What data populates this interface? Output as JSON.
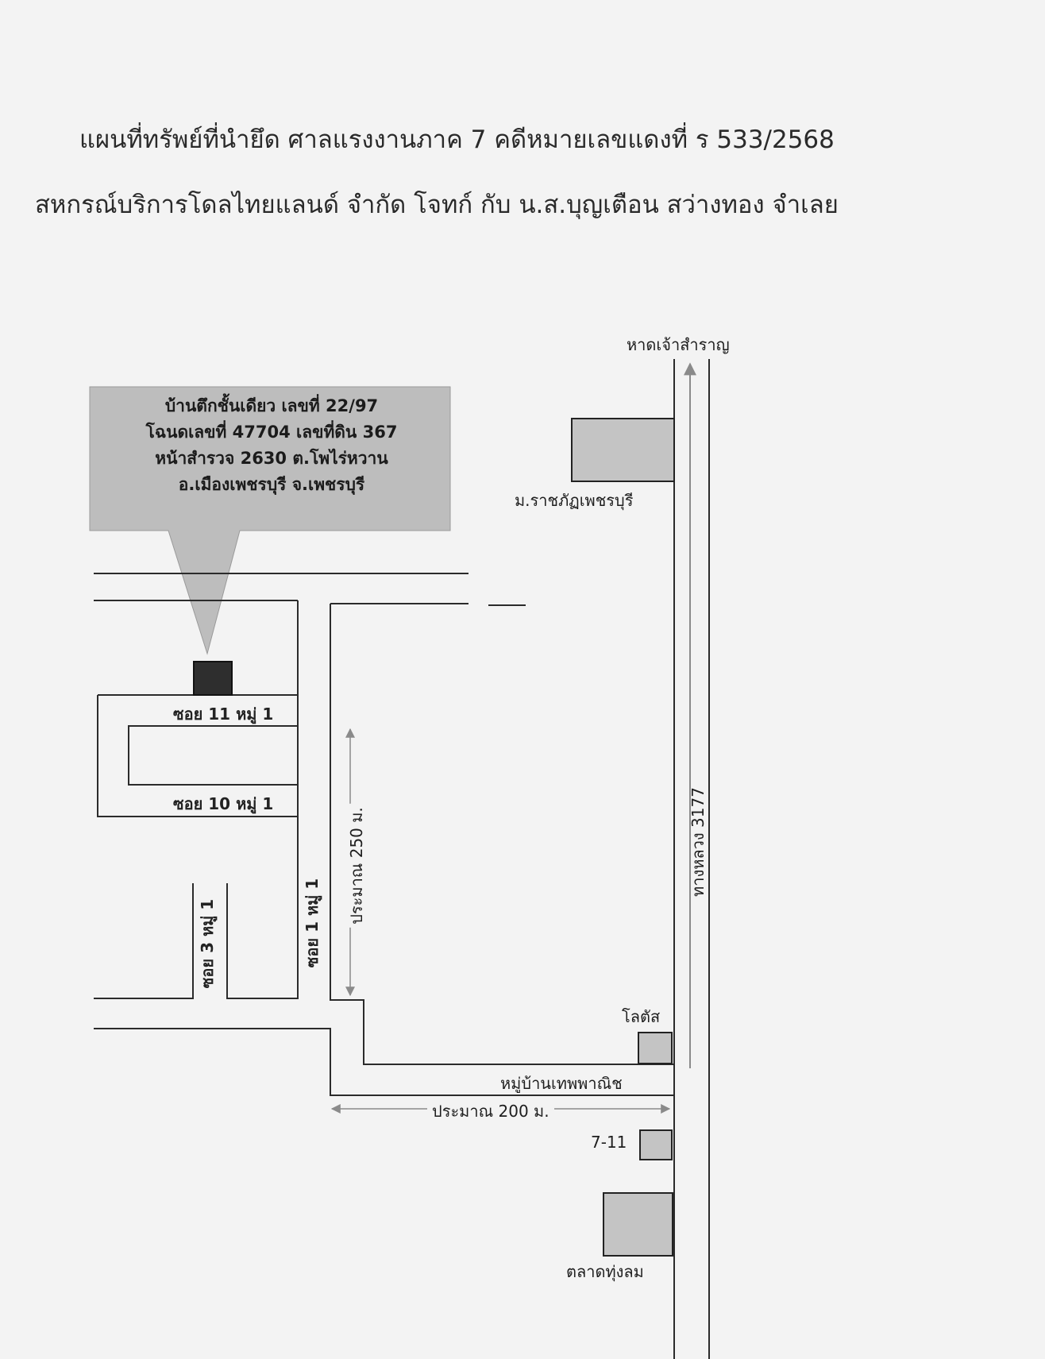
{
  "header": {
    "line1": "แผนที่ทรัพย์ที่นำยึด  ศาลแรงงานภาค 7  คดีหมายเลขแดงที่ ร 533/2568",
    "line2": "สหกรณ์บริการโดลไทยแลนด์ จำกัด  โจทก์ กับ   น.ส.บุญเตือน  สว่างทอง  จำเลย"
  },
  "callout": {
    "line1": "บ้านตึกชั้นเดียว   เลขที่ 22/97",
    "line2": "โฉนดเลขที่ 47704  เลขที่ดิน 367",
    "line3": "หน้าสำรวจ 2630  ต.โพไร่หวาน",
    "line4": "อ.เมืองเพชรบุรี   จ.เพชรบุรี"
  },
  "landmarks": {
    "north_end": "หาดเจ้าสำราญ",
    "university": "ม.ราชภัฏเพชรบุรี",
    "lotus": "โลตัส",
    "village": "หมู่บ้านเทพพาณิช",
    "seven_eleven": "7-11",
    "market": "ตลาดทุ่งลม"
  },
  "roads": {
    "soi11": "ซอย 11 หมู่ 1",
    "soi10": "ซอย 10 หมู่ 1",
    "soi3": "ซอย 3 หมู่ 1",
    "soi1": "ซอย 1 หมู่ 1",
    "highway": "ทางหลวง 3177"
  },
  "distances": {
    "vertical": "ประมาณ 250 ม.",
    "horizontal": "ประมาณ 200 ม."
  },
  "colors": {
    "line": "#2b2b2b",
    "callout_fill": "#bdbdbd",
    "building_fill": "#c4c4c4",
    "target_fill": "#2e2e2e",
    "arrow": "#8a8a8a"
  }
}
